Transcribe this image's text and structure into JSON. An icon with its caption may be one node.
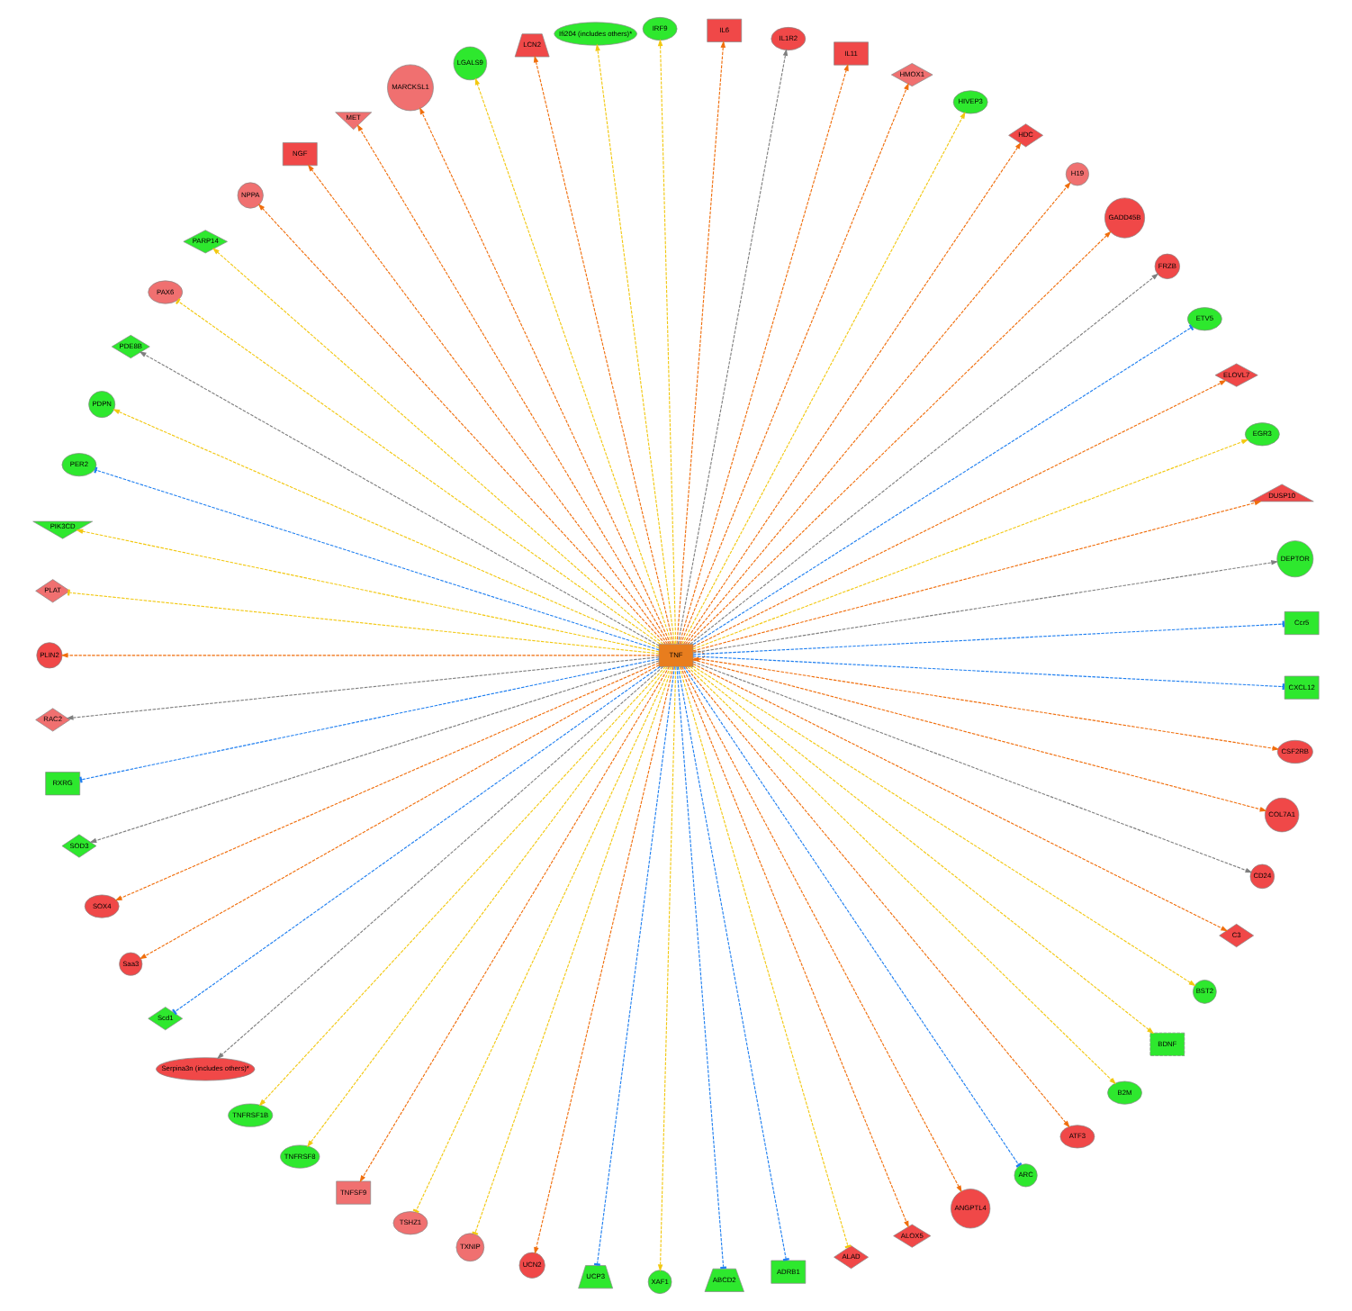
{
  "diagram": {
    "nodes": [
      {
        "text": [
          "TNF"
        ]
      },
      {
        "text": [
          "Ccr5"
        ]
      },
      {
        "text": [
          "DEPTOR"
        ]
      },
      {
        "text": [
          "DUSP10"
        ]
      },
      {
        "text": [
          "EGR3"
        ]
      },
      {
        "text": [
          "ELOVL7"
        ]
      },
      {
        "text": [
          "ETV5"
        ]
      },
      {
        "text": [
          "FRZB"
        ]
      },
      {
        "text": [
          "GADD45B"
        ]
      },
      {
        "text": [
          "H19"
        ]
      },
      {
        "text": [
          "HDC"
        ]
      },
      {
        "text": [
          "HIVEP3"
        ]
      },
      {
        "text": [
          "HMOX1"
        ]
      },
      {
        "text": [
          "IL11"
        ]
      },
      {
        "text": [
          "IL1R2"
        ]
      },
      {
        "text": [
          "IL6"
        ]
      },
      {
        "text": [
          "IRF9"
        ]
      },
      {
        "text": [
          "Ifi204 (includes others)*"
        ]
      },
      {
        "text": [
          "LCN2"
        ]
      },
      {
        "text": [
          "LGALS9"
        ]
      },
      {
        "text": [
          "MARCKSL1"
        ]
      },
      {
        "text": [
          "MET"
        ]
      },
      {
        "text": [
          "NGF"
        ]
      },
      {
        "text": [
          "NPPA"
        ]
      },
      {
        "text": [
          "PARP14"
        ]
      },
      {
        "text": [
          "PAX6"
        ]
      },
      {
        "text": [
          "PDE8B"
        ]
      },
      {
        "text": [
          "PDPN"
        ]
      },
      {
        "text": [
          "PER2"
        ]
      },
      {
        "text": [
          "PIK3CD"
        ]
      },
      {
        "text": [
          "PLAT"
        ]
      },
      {
        "text": [
          "PLIN2"
        ]
      },
      {
        "text": [
          "RAC2"
        ]
      },
      {
        "text": [
          "RXRG"
        ]
      },
      {
        "text": [
          "SOD3"
        ]
      },
      {
        "text": [
          "SOX4"
        ]
      },
      {
        "text": [
          "Saa3"
        ]
      },
      {
        "text": [
          "Scd1"
        ]
      },
      {
        "text": [
          "Serpina3n (includes others)*"
        ]
      },
      {
        "text": [
          "TNFRSF1B"
        ]
      },
      {
        "text": [
          "TNFRSF8"
        ]
      },
      {
        "text": [
          "TNFSF9"
        ]
      },
      {
        "text": [
          "TSHZ1"
        ]
      },
      {
        "text": [
          "TXNIP"
        ]
      },
      {
        "text": [
          "UCN2"
        ]
      },
      {
        "text": [
          "UCP3"
        ]
      },
      {
        "text": [
          "XAF1"
        ]
      },
      {
        "text": [
          "ABCD2"
        ]
      },
      {
        "text": [
          "ADRB1"
        ]
      },
      {
        "text": [
          "ALAD"
        ]
      },
      {
        "text": [
          "ALOX5"
        ]
      },
      {
        "text": [
          "ANGPTL4"
        ]
      },
      {
        "text": [
          "ARC"
        ]
      },
      {
        "text": [
          "ATF3"
        ]
      },
      {
        "text": [
          "B2M"
        ]
      },
      {
        "text": [
          "BDNF"
        ]
      },
      {
        "text": [
          "BST2"
        ]
      },
      {
        "text": [
          "C3"
        ]
      },
      {
        "text": [
          "CD24"
        ]
      },
      {
        "text": [
          "COL7A1"
        ]
      },
      {
        "text": [
          "CSF2RB"
        ]
      },
      {
        "text": [
          "CXCL12"
        ]
      }
    ],
    "edges": [
      {
        "from": 0,
        "to": 0,
        "arrow": "to",
        "style": "dashed"
      },
      {
        "from": 0,
        "to": 1,
        "arrow": "other",
        "style": "dashed",
        "color": "#1f7ff0"
      },
      {
        "from": 0,
        "to": 2,
        "arrow": "to",
        "style": "dashed",
        "color": "#7f7f7f"
      },
      {
        "from": 0,
        "to": 3,
        "arrow": "to",
        "style": "dashed"
      },
      {
        "from": 0,
        "to": 4,
        "arrow": "to",
        "style": "dashed",
        "color": "#f2c811"
      },
      {
        "from": 0,
        "to": 5,
        "arrow": "to",
        "style": "dashed"
      },
      {
        "from": 0,
        "to": 6,
        "arrow": "other",
        "style": "dashed",
        "color": "#1f7ff0"
      },
      {
        "from": 0,
        "to": 7,
        "arrow": "to",
        "style": "dashed",
        "color": "#7f7f7f"
      },
      {
        "from": 0,
        "to": 8,
        "arrow": "to",
        "style": "dashed"
      },
      {
        "from": 0,
        "to": 9,
        "arrow": "to",
        "style": "dashed"
      },
      {
        "from": 0,
        "to": 10,
        "arrow": "to",
        "style": "dashed"
      },
      {
        "from": 0,
        "to": 11,
        "arrow": "to",
        "style": "dashed",
        "color": "#f2c811"
      },
      {
        "from": 0,
        "to": 12,
        "arrow": "to",
        "style": "dashed"
      },
      {
        "from": 0,
        "to": 13,
        "arrow": "to",
        "style": "dashed"
      },
      {
        "from": 0,
        "to": 14,
        "arrow": "to",
        "style": "dashed",
        "color": "#7f7f7f"
      },
      {
        "from": 0,
        "to": 15,
        "arrow": "to",
        "style": "dashed"
      },
      {
        "from": 0,
        "to": 16,
        "arrow": "to",
        "style": "dashed",
        "color": "#f2c811"
      },
      {
        "from": 0,
        "to": 17,
        "arrow": "to",
        "style": "dashed",
        "color": "#f2c811"
      },
      {
        "from": 0,
        "to": 18,
        "arrow": "to",
        "style": "dashed"
      },
      {
        "from": 0,
        "to": 19,
        "arrow": "to",
        "style": "dashed",
        "color": "#f2c811"
      },
      {
        "from": 0,
        "to": 20,
        "arrow": "to",
        "style": "dashed"
      },
      {
        "from": 0,
        "to": 21,
        "arrow": "to",
        "style": "dashed"
      },
      {
        "from": 0,
        "to": 22,
        "arrow": "to",
        "style": "dashed"
      },
      {
        "from": 0,
        "to": 23,
        "arrow": "to",
        "style": "dashed"
      },
      {
        "from": 0,
        "to": 24,
        "arrow": "to",
        "style": "dashed",
        "color": "#f2c811"
      },
      {
        "from": 0,
        "to": 25,
        "arrow": "other",
        "style": "dashed",
        "color": "#f2c811"
      },
      {
        "from": 0,
        "to": 26,
        "arrow": "to",
        "style": "dashed",
        "color": "#7f7f7f"
      },
      {
        "from": 0,
        "to": 27,
        "arrow": "to",
        "style": "dashed",
        "color": "#f2c811"
      },
      {
        "from": 0,
        "to": 28,
        "arrow": "other",
        "style": "dashed",
        "color": "#1f7ff0"
      },
      {
        "from": 0,
        "to": 29,
        "arrow": "to",
        "style": "dashed",
        "color": "#f2c811"
      },
      {
        "from": 0,
        "to": 30,
        "arrow": "other",
        "style": "dashed",
        "color": "#f2c811"
      },
      {
        "from": 0,
        "to": 31,
        "arrow": "to",
        "style": "dashed"
      },
      {
        "from": 0,
        "to": 32,
        "arrow": "to",
        "style": "dashed",
        "color": "#7f7f7f"
      },
      {
        "from": 0,
        "to": 33,
        "arrow": "other",
        "style": "dashed",
        "color": "#1f7ff0"
      },
      {
        "from": 0,
        "to": 34,
        "arrow": "to",
        "style": "dashed",
        "color": "#7f7f7f"
      },
      {
        "from": 0,
        "to": 35,
        "arrow": "to",
        "style": "dashed"
      },
      {
        "from": 0,
        "to": 36,
        "arrow": "to",
        "style": "dashed"
      },
      {
        "from": 0,
        "to": 37,
        "arrow": "other",
        "style": "dashed",
        "color": "#1f7ff0"
      },
      {
        "from": 0,
        "to": 38,
        "arrow": "to",
        "style": "dashed",
        "color": "#7f7f7f"
      },
      {
        "from": 0,
        "to": 39,
        "arrow": "to",
        "style": "dashed",
        "color": "#f2c811"
      },
      {
        "from": 0,
        "to": 40,
        "arrow": "to",
        "style": "dashed",
        "color": "#f2c811"
      },
      {
        "from": 0,
        "to": 41,
        "arrow": "to",
        "style": "dashed"
      },
      {
        "from": 0,
        "to": 42,
        "arrow": "other",
        "style": "dashed",
        "color": "#f2c811"
      },
      {
        "from": 0,
        "to": 43,
        "arrow": "other",
        "style": "dashed",
        "color": "#f2c811"
      },
      {
        "from": 0,
        "to": 44,
        "arrow": "to",
        "style": "dashed"
      },
      {
        "from": 0,
        "to": 45,
        "arrow": "other",
        "style": "dashed",
        "color": "#1f7ff0"
      },
      {
        "from": 0,
        "to": 46,
        "arrow": "to",
        "style": "dashed",
        "color": "#f2c811"
      },
      {
        "from": 0,
        "to": 47,
        "arrow": "other",
        "style": "dashed",
        "color": "#1f7ff0"
      },
      {
        "from": 0,
        "to": 48,
        "arrow": "other",
        "style": "dashed",
        "color": "#1f7ff0"
      },
      {
        "from": 0,
        "to": 49,
        "arrow": "other",
        "style": "dashed",
        "color": "#f2c811"
      },
      {
        "from": 0,
        "to": 50,
        "arrow": "to",
        "style": "dashed"
      },
      {
        "from": 0,
        "to": 51,
        "arrow": "to",
        "style": "dashed"
      },
      {
        "from": 0,
        "to": 52,
        "arrow": "other",
        "style": "dashed",
        "color": "#1f7ff0"
      },
      {
        "from": 0,
        "to": 53,
        "arrow": "to",
        "style": "dashed"
      },
      {
        "from": 0,
        "to": 54,
        "arrow": "to",
        "style": "dashed",
        "color": "#f2c811"
      },
      {
        "from": 0,
        "to": 55,
        "arrow": "to",
        "style": "dashed",
        "color": "#f2c811"
      },
      {
        "from": 0,
        "to": 56,
        "arrow": "to",
        "style": "dashed",
        "color": "#f2c811"
      },
      {
        "from": 0,
        "to": 57,
        "arrow": "to",
        "style": "dashed"
      },
      {
        "from": 0,
        "to": 58,
        "arrow": "to",
        "style": "dashed",
        "color": "#7f7f7f"
      },
      {
        "from": 0,
        "to": 59,
        "arrow": "to",
        "style": "dashed"
      },
      {
        "from": 0,
        "to": 60,
        "arrow": "to",
        "style": "dashed"
      },
      {
        "from": 0,
        "to": 61,
        "arrow": "other",
        "style": "dashed",
        "color": "#1f7ff0"
      }
    ]
  }
}
